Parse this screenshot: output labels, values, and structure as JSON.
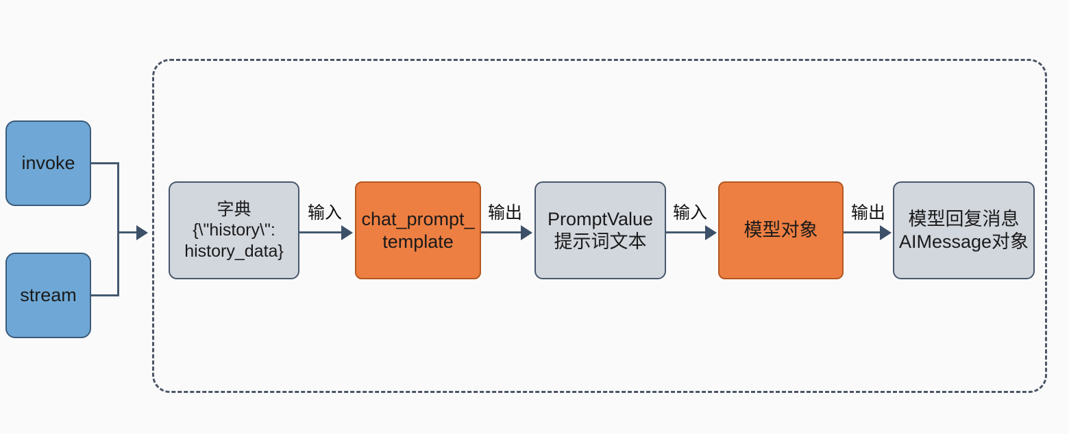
{
  "diagram": {
    "title": "LangChain chain flow diagram",
    "background_color": "#fafafa",
    "group": {
      "name": "chain-pipeline-group",
      "style": "dashed-rounded-rectangle",
      "border_color": "#4b5565"
    },
    "nodes": [
      {
        "id": "invoke",
        "label": "invoke",
        "color": "#6fa8d6",
        "kind": "entry-method"
      },
      {
        "id": "stream",
        "label": "stream",
        "color": "#6fa8d6",
        "kind": "entry-method"
      },
      {
        "id": "dict",
        "label": "字典\n{\\\"history\\\":\nhistory_data}",
        "color": "#d2d6dd",
        "kind": "data"
      },
      {
        "id": "chat_prompt_template",
        "label": "chat_prompt_\ntemplate",
        "color": "#ee7f42",
        "kind": "component"
      },
      {
        "id": "prompt_value",
        "label": "PromptValue\n提示词文本",
        "color": "#d2d6dd",
        "kind": "data"
      },
      {
        "id": "model",
        "label": "模型对象",
        "color": "#ee7f42",
        "kind": "component"
      },
      {
        "id": "ai_message",
        "label": "模型回复消息\nAIMessage对象",
        "color": "#d2d6dd",
        "kind": "data"
      }
    ],
    "edges": [
      {
        "id": "entry-to-dict",
        "from": "invoke+stream",
        "to": "dict",
        "label": ""
      },
      {
        "id": "dict-to-template",
        "from": "dict",
        "to": "chat_prompt_template",
        "label": "输入"
      },
      {
        "id": "template-to-promptvalue",
        "from": "chat_prompt_template",
        "to": "prompt_value",
        "label": "输出"
      },
      {
        "id": "promptvalue-to-model",
        "from": "prompt_value",
        "to": "model",
        "label": "输入"
      },
      {
        "id": "model-to-aimessage",
        "from": "model",
        "to": "ai_message",
        "label": "输出"
      }
    ]
  }
}
